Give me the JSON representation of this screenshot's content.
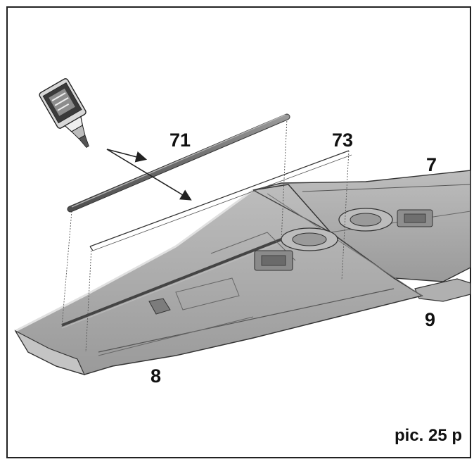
{
  "callouts": {
    "part_71": "71",
    "part_73": "73",
    "part_7": "7",
    "part_9": "9",
    "part_8": "8"
  },
  "caption": "pic. 25 p",
  "colors": {
    "wing_fill": "#a9a9a9",
    "wing_shade": "#8a8a8a",
    "wing_highlight": "#c8c8c8",
    "outline": "#333333",
    "spar": "#7a7a7a",
    "frame": "#222222"
  },
  "icons": {
    "glue": "glue-bottle-icon",
    "arrow": "arrow-icon"
  }
}
